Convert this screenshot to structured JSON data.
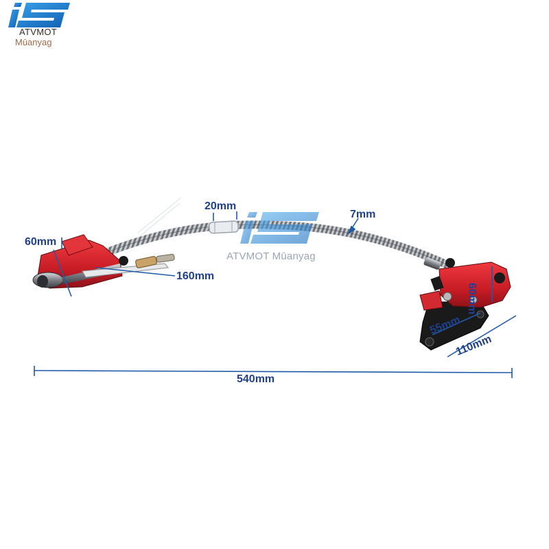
{
  "brand": {
    "line1": "ATVMOT",
    "line2": "Mūanyag",
    "logo_name": "hs-logo",
    "accent": "#1b7fd0"
  },
  "watermark": {
    "text": "ATVMOT Mūanyag"
  },
  "dimensions": {
    "caliper_left_height": "60mm",
    "bracket_length": "160mm",
    "banjo_width": "20mm",
    "hose_diameter": "7mm",
    "overall_length": "540mm",
    "caliper_right_bolt": "55mm",
    "caliper_right_width": "110mm",
    "caliper_right_height": "60mm"
  },
  "colors": {
    "dimension_line": "#1f5aa8",
    "dimension_text": "#1f3f8f",
    "caliper_red": "#d3202a",
    "bracket_black": "#1a1a1a",
    "hose_steel": "#8e9297"
  }
}
